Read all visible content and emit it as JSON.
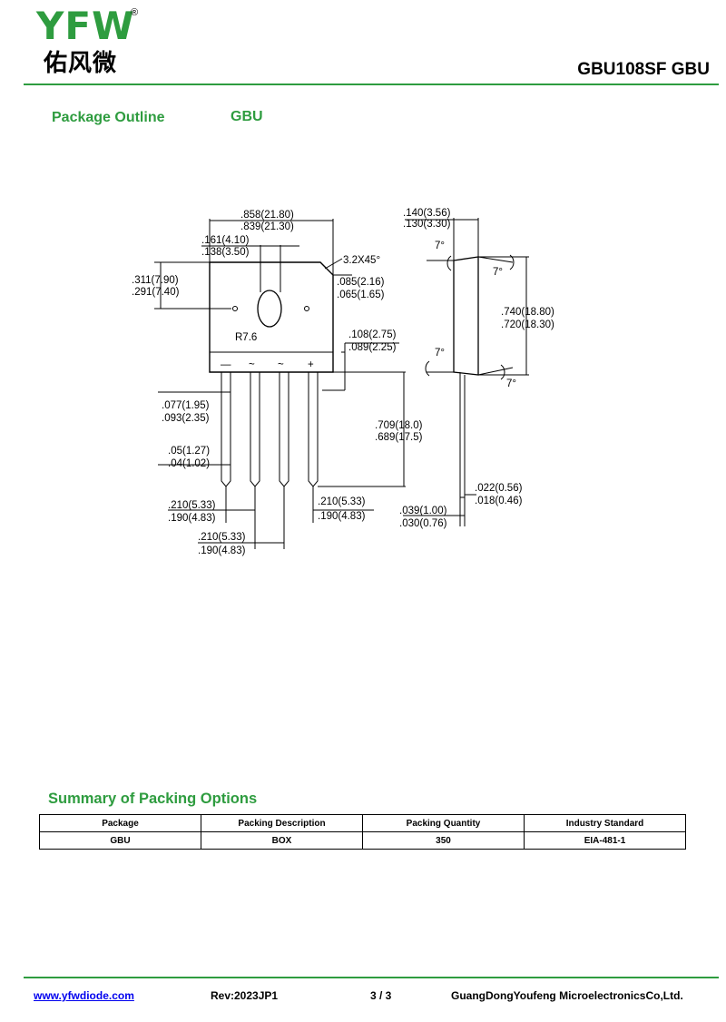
{
  "header": {
    "logo_letters": "YFW",
    "logo_registered": "®",
    "logo_chinese": "佑风微",
    "part_title": "GBU108SF GBU",
    "accent_color": "#2e9c3f"
  },
  "package_outline": {
    "label": "Package Outline",
    "package": "GBU"
  },
  "drawing": {
    "dim_width_top": ".858(21.80)",
    "dim_width_bot": ".839(21.30)",
    "dim_hole_top": ".161(4.10)",
    "dim_hole_bot": ".138(3.50)",
    "chamfer": "3.2X45°",
    "dim_chamfer_top": ".085(2.16)",
    "dim_chamfer_bot": ".065(1.65)",
    "dim_side_top": ".311(7.90)",
    "dim_side_bot": ".291(7.40)",
    "radius": "R7.6",
    "dim_step_top": ".108(2.75)",
    "dim_step_bot": ".089(2.25)",
    "dim_leadw_top": ".077(1.95)",
    "dim_leadw_bot": ".093(2.35)",
    "dim_leadlen_top": ".709(18.0)",
    "dim_leadlen_bot": ".689(17.5)",
    "dim_leadt_top": ".05(1.27)",
    "dim_leadt_bot": ".04(1.02)",
    "dim_pitch_l_top": ".210(5.33)",
    "dim_pitch_l_bot": ".190(4.83)",
    "dim_pitch_r_top": ".210(5.33)",
    "dim_pitch_r_bot": ".190(4.83)",
    "dim_pitch_m_top": ".210(5.33)",
    "dim_pitch_m_bot": ".190(4.83)",
    "side_thk_top": ".140(3.56)",
    "side_thk_bot": ".130(3.30)",
    "side_h_top": ".740(18.80)",
    "side_h_bot": ".720(18.30)",
    "side_lead_top": ".022(0.56)",
    "side_lead_bot": ".018(0.46)",
    "side_foot_top": ".039(1.00)",
    "side_foot_bot": ".030(0.76)",
    "angle": "7°",
    "pin_marks": [
      "—",
      "~",
      "~",
      "+"
    ]
  },
  "packing": {
    "title": "Summary of Packing Options",
    "headers": [
      "Package",
      "Packing Description",
      "Packing Quantity",
      "Industry Standard"
    ],
    "rows": [
      [
        "GBU",
        "BOX",
        "350",
        "EIA-481-1"
      ]
    ]
  },
  "footer": {
    "website": "www.yfwdiode.com",
    "rev": "Rev:2023JP1",
    "page": "3 / 3",
    "company": "GuangDongYoufeng MicroelectronicsCo,Ltd."
  }
}
